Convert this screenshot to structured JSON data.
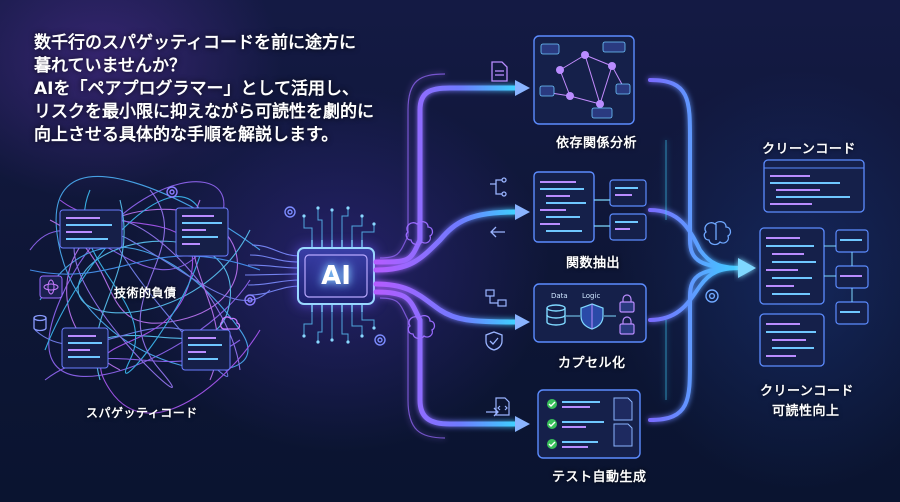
{
  "intro": {
    "lines": [
      "数千行のスパゲッティコードを前に途方に",
      "暮れていませんか？",
      "AIを「ペアプログラマー」として活用し、",
      "リスクを最小限に抑えながら可読性を劇的に",
      "向上させる具体的な手順を解説します。"
    ]
  },
  "left": {
    "debt_label": "技術的負債",
    "spaghetti_label": "スパゲッティコード"
  },
  "center": {
    "chip_label": "AI"
  },
  "steps": {
    "dependency": "依存関係分析",
    "extract": "関数抽出",
    "encapsulate": "カプセル化",
    "encap_data": "Data",
    "encap_logic": "Logic",
    "tests": "テスト自動生成"
  },
  "right": {
    "clean_top": "クリーンコード",
    "clean_bottom": "クリーンコード",
    "readability": "可読性向上"
  },
  "colors": {
    "purple": "#b45cff",
    "cyan": "#3fd0ff",
    "blue": "#4a7dff",
    "panel": "#16204a"
  }
}
